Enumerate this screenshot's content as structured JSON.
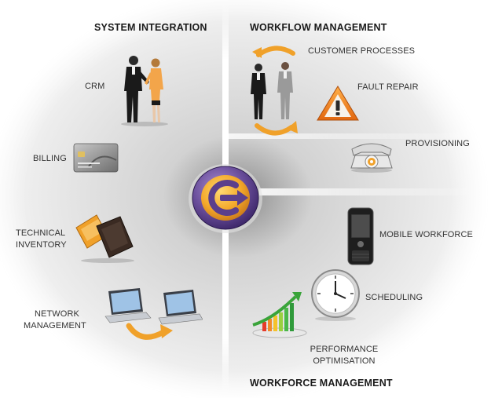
{
  "headings": {
    "system_integration": "SYSTEM INTEGRATION",
    "workflow_management": "WORKFLOW MANAGEMENT",
    "workforce_management": "WORKFORCE MANAGEMENT"
  },
  "system_integration": {
    "crm": "CRM",
    "billing": "BILLING",
    "technical_inventory": [
      "TECHNICAL",
      "INVENTORY"
    ],
    "network_management": [
      "NETWORK",
      "MANAGEMENT"
    ]
  },
  "workflow_management": {
    "customer_processes": "CUSTOMER PROCESSES",
    "fault_repair": "FAULT REPAIR",
    "provisioning": "PROVISIONING"
  },
  "workforce_management": {
    "mobile_workforce": "MOBILE WORKFORCE",
    "scheduling": "SCHEDULING",
    "performance_optimisation": [
      "PERFORMANCE",
      "OPTIMISATION"
    ]
  },
  "icons": {
    "center": "company-logo-icon",
    "crm": "handshake-people-icon",
    "billing": "credit-card-icon",
    "technical_inventory": "folders-icon",
    "network_management": "networked-laptops-icon",
    "customer_processes": "businessmen-cycle-icon",
    "fault_repair": "warning-triangle-icon",
    "provisioning": "telephone-icon",
    "mobile_workforce": "mobile-phone-icon",
    "scheduling": "clock-icon",
    "performance_optimisation": "growth-bar-chart-icon"
  },
  "colors": {
    "accent_orange": "#f0a12a",
    "logo_purple": "#5b3f8c",
    "heading_text": "#1a1a1a",
    "label_text": "#333333"
  }
}
